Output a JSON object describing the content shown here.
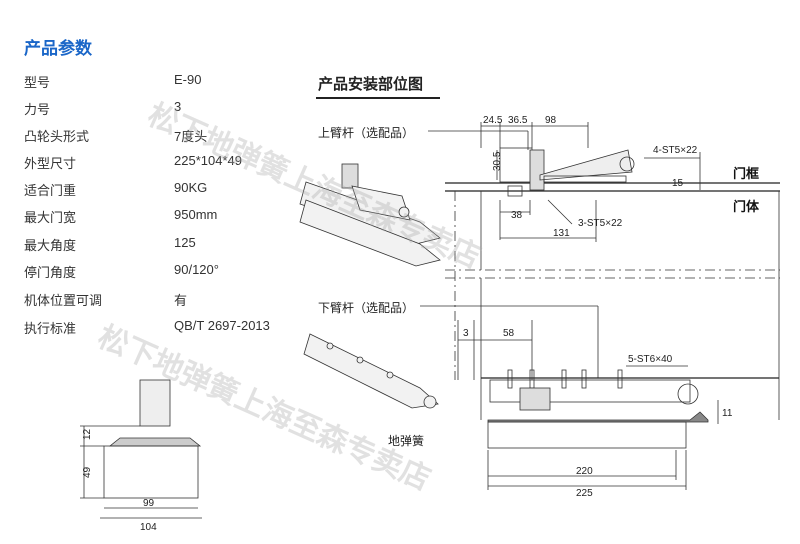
{
  "section_title": "产品参数",
  "specs": [
    {
      "label": "型号",
      "value": "E-90"
    },
    {
      "label": "力号",
      "value": "3"
    },
    {
      "label": "凸轮头形式",
      "value": "7度头"
    },
    {
      "label": "外型尺寸",
      "value": "225*104*49"
    },
    {
      "label": "适合门重",
      "value": "90KG"
    },
    {
      "label": "最大门宽",
      "value": "950mm"
    },
    {
      "label": "最大角度",
      "value": "125"
    },
    {
      "label": "停门角度",
      "value": "90/120°"
    },
    {
      "label": "机体位置可调",
      "value": "有"
    },
    {
      "label": "执行标准",
      "value": "QB/T 2697-2013"
    }
  ],
  "install_title": "产品安装部位图",
  "callouts": {
    "upper_arm": "上臂杆（选配品）",
    "lower_arm": "下臂杆（选配品）",
    "floor_spring": "地弹簧"
  },
  "labels": {
    "door_frame": "门框",
    "door_body": "门体"
  },
  "dims": {
    "top_24_5": "24.5",
    "top_36_5": "36.5",
    "top_98": "98",
    "screw_4": "4-ST5×22",
    "v_30_5": "30.5",
    "v_15": "15",
    "d_38": "38",
    "screw_3": "3-ST5×22",
    "d_131": "131",
    "d_3": "3",
    "d_58": "58",
    "screw_5": "5-ST6×40",
    "v_11": "11",
    "d_220": "220",
    "d_225": "225",
    "v_12": "12",
    "v_49": "49",
    "d_99": "99",
    "d_104": "104"
  },
  "watermark": "松下地弹簧上海至森专卖店"
}
